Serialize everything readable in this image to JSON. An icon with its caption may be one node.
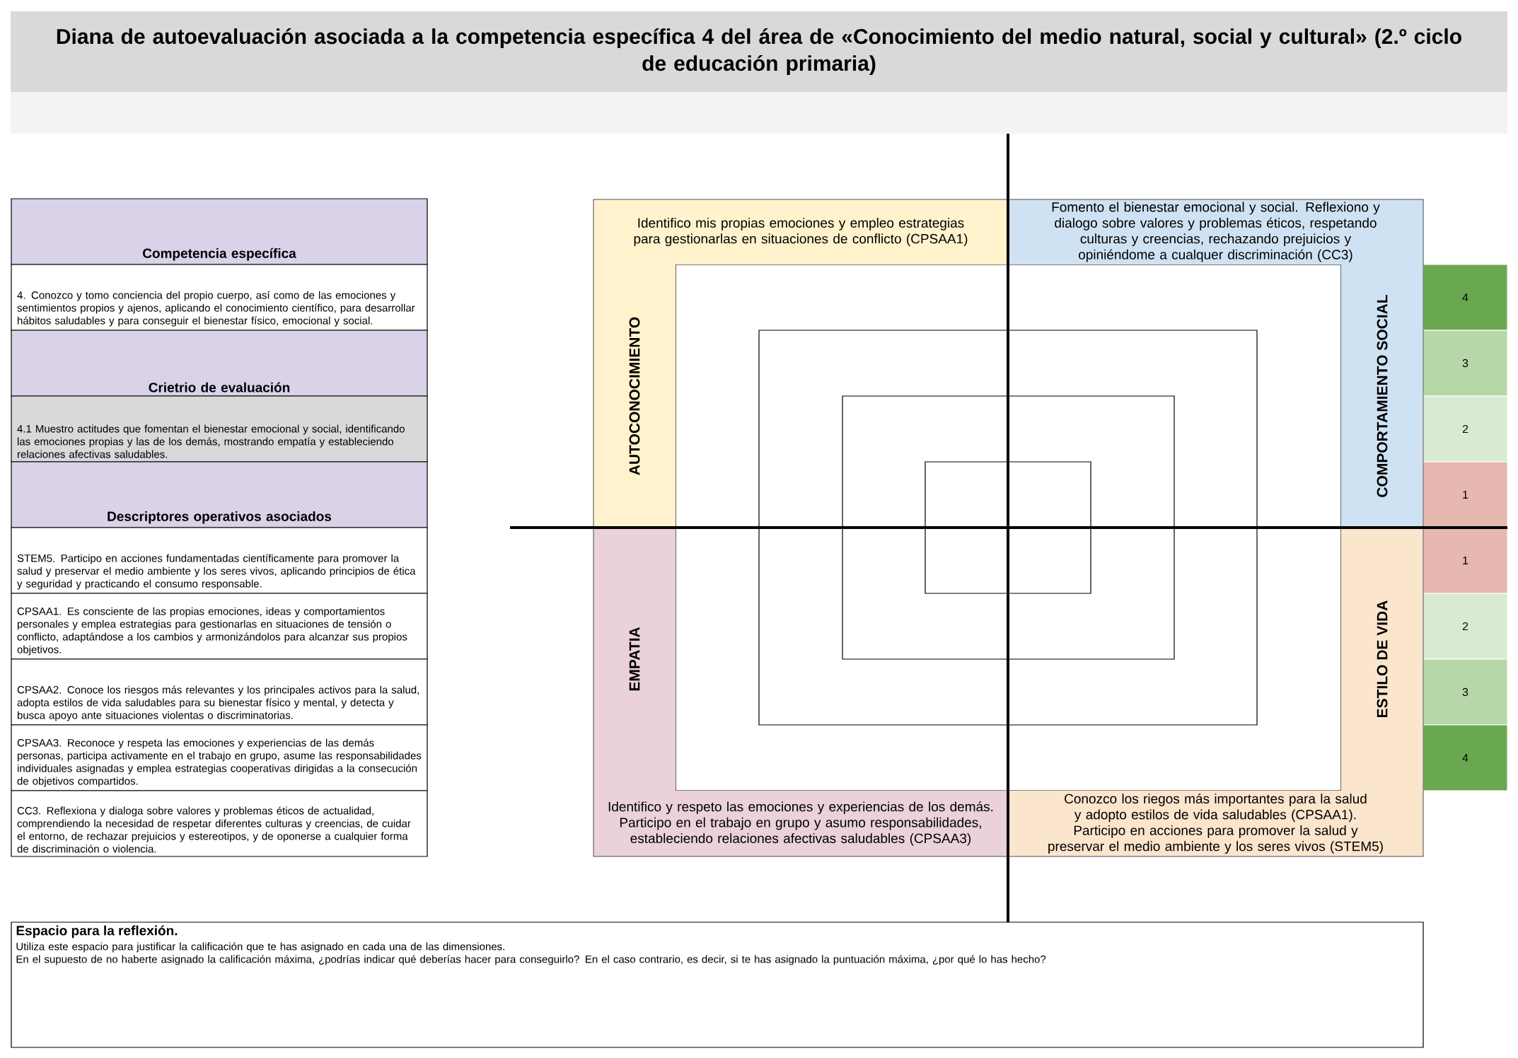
{
  "diagram": {
    "title": "Diana de autoevaluación asociada a la competencia específica 4 del área de «Conocimiento del medio natural, social y cultural» (2.º ciclo de educación primaria)",
    "nodes": [
      {
        "text": [
          "Identifico mis propias emociones y empleo estrategias para gestionarlas en situaciones de conflicto (CPSAA1)"
        ]
      },
      {
        "text": [
          "Fomento el bienestar emocional y social. Reflexiono y dialogo sobre valores y problemas éticos, respetando culturas y creencias, rechazando prejuicios y opiniéndome a cualquer discriminación (CC3)"
        ]
      },
      {
        "text": [
          "Identifico y respeto las emociones y experiencias de los demás. Participo en el trabajo en grupo y asumo responsabilidades, estableciendo relaciones afectivas saludables (CPSAA3)"
        ]
      },
      {
        "text": [
          "Conozco los riegos más importantes para la salud y adopto estilos de vida saludables (CPSAA1). Participo en acciones para promover la salud y preservar el medio ambiente y los seres vivos (STEM5)"
        ]
      },
      {
        "text": [
          "AUTOCONOCIMIENTO"
        ]
      },
      {
        "text": [
          "COMPORTAMIENTO SOCIAL"
        ]
      },
      {
        "text": [
          "EMPATIA"
        ]
      },
      {
        "text": [
          "ESTILO DE VIDA"
        ]
      },
      {
        "text": [
          "4"
        ]
      },
      {
        "text": [
          "3"
        ]
      },
      {
        "text": [
          "2"
        ]
      },
      {
        "text": [
          "1"
        ]
      },
      {
        "text": [
          "1"
        ]
      },
      {
        "text": [
          "2"
        ]
      },
      {
        "text": [
          "3"
        ]
      },
      {
        "text": [
          "4"
        ]
      },
      {
        "text": [
          "Espacio para la reflexión.",
          "Utiliza este espacio para justificar la calificación que te has asignado en cada una de las dimensiones.",
          "En el supuesto de no haberte asignado la calificación máxima, ¿podrías indicar qué deberías hacer para conseguirlo? En el caso contrario, es decir, si te has asignado la puntuación máxima, ¿por qué lo has hecho?"
        ]
      }
    ],
    "labels": [
      "Competencia específica",
      "4. Conozco y tomo conciencia del propio cuerpo, así como de las emociones y sentimientos propios y ajenos, aplicando el conocimiento científico, para desarrollar hábitos saludables y para conseguir el bienestar físico, emocional y social.",
      "Crietrio de evaluación",
      "4.1 Muestro actitudes que fomentan el bienestar emocional y social, identificando las emociones propias y las de los demás, mostrando empatía y estableciendo relaciones afectivas saludables.",
      "Descriptores operativos asociados",
      "STEM5. Participo en acciones fundamentadas científicamente para promover la salud y preservar el medio ambiente y los seres vivos, aplicando principios de ética y seguridad y practicando el consumo responsable.",
      "CPSAA1. Es consciente de las propias emociones, ideas y comportamientos personales y emplea estrategias para gestionarlas en situaciones de tensión o conflicto, adaptándose a los cambios y armonizándolos para alcanzar sus propios objetivos.",
      "CPSAA2. Conoce los riesgos más relevantes y los principales activos para la salud, adopta estilos de vida saludables para su bienestar físico y mental, y detecta y busca apoyo ante situaciones violentas o discriminatorias.",
      "CPSAA3. Reconoce y respeta las emociones y experiencias de las demás personas, participa activamente en el trabajo en grupo, asume las responsabilidades individuales asignadas y emplea estrategias cooperativas dirigidas a la consecución de objetivos compartidos.",
      "CC3. Reflexiona y dialoga sobre valores y problemas éticos de actualidad, comprendiendo la necesidad de respetar diferentes culturas y creencias, de cuidar el entorno, de rechazar prejuicios y estereotipos, y de oponerse a cualquier forma de discriminación o violencia."
    ]
  }
}
